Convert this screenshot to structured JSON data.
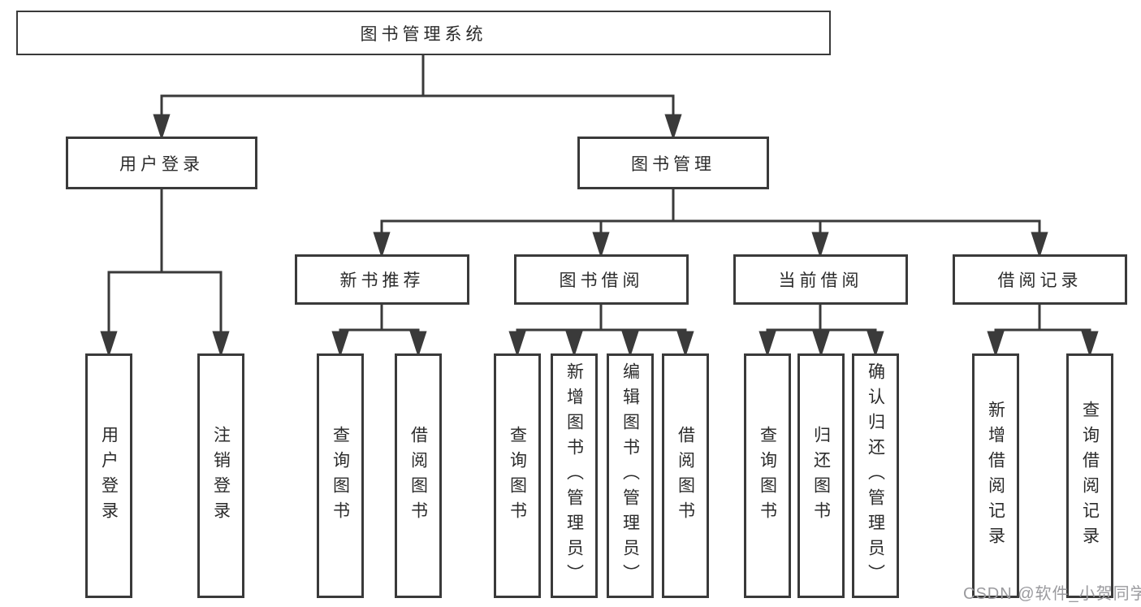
{
  "title": "图书管理系统",
  "watermark": "CSDN @软件_小贺同学",
  "level1": [
    "用户登录",
    "图书管理"
  ],
  "level2": [
    "新书推荐",
    "图书借阅",
    "当前借阅",
    "借阅记录"
  ],
  "leaves": {
    "login": [
      "用户登录",
      "注销登录"
    ],
    "recommend": [
      "查询图书",
      "借阅图书"
    ],
    "borrow": [
      "查询图书",
      "新增图书（管理员）",
      "编辑图书（管理员）",
      "借阅图书"
    ],
    "current": [
      "查询图书",
      "归还图书",
      "确认归还（管理员）"
    ],
    "records": [
      "新增借阅记录",
      "查询借阅记录"
    ]
  },
  "colors": {
    "line": "#3a3a3a",
    "text": "#2b2b2b",
    "watermark": "#9a9a9e",
    "background": "#ffffff"
  }
}
